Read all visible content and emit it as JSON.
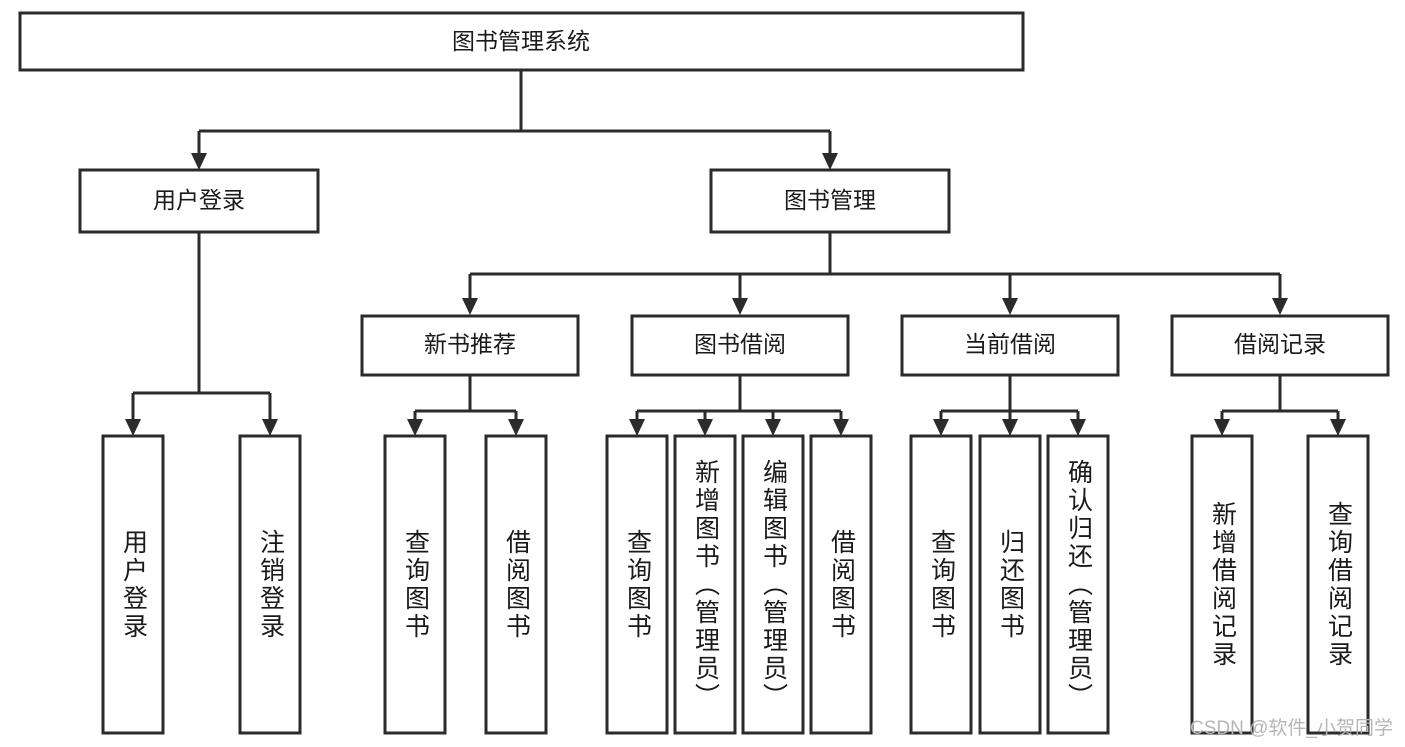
{
  "diagram": {
    "title": "图书管理系统",
    "type": "tree-hierarchy-diagram",
    "colors": {
      "stroke": "#2b2b2b",
      "fill": "#ffffff",
      "text": "#1a1a1a",
      "watermark": "#b6b6b6",
      "background": "#ffffff"
    },
    "root": {
      "label": "图书管理系统"
    },
    "level2": [
      {
        "label": "用户登录"
      },
      {
        "label": "图书管理"
      }
    ],
    "level3": [
      {
        "label": "新书推荐"
      },
      {
        "label": "图书借阅"
      },
      {
        "label": "当前借阅"
      },
      {
        "label": "借阅记录"
      }
    ],
    "leaves": {
      "user_login": [
        {
          "label": "用户登录"
        },
        {
          "label": "注销登录"
        }
      ],
      "new_book_recommend": [
        {
          "label": "查询图书"
        },
        {
          "label": "借阅图书"
        }
      ],
      "book_borrow": [
        {
          "label": "查询图书"
        },
        {
          "label": "新增图书（管理员）"
        },
        {
          "label": "编辑图书（管理员）"
        },
        {
          "label": "借阅图书"
        }
      ],
      "current_borrow": [
        {
          "label": "查询图书"
        },
        {
          "label": "归还图书"
        },
        {
          "label": "确认归还（管理员）"
        }
      ],
      "borrow_record": [
        {
          "label": "新增借阅记录"
        },
        {
          "label": "查询借阅记录"
        }
      ]
    }
  },
  "watermark": {
    "text": "CSDN @软件_小贺同学"
  }
}
